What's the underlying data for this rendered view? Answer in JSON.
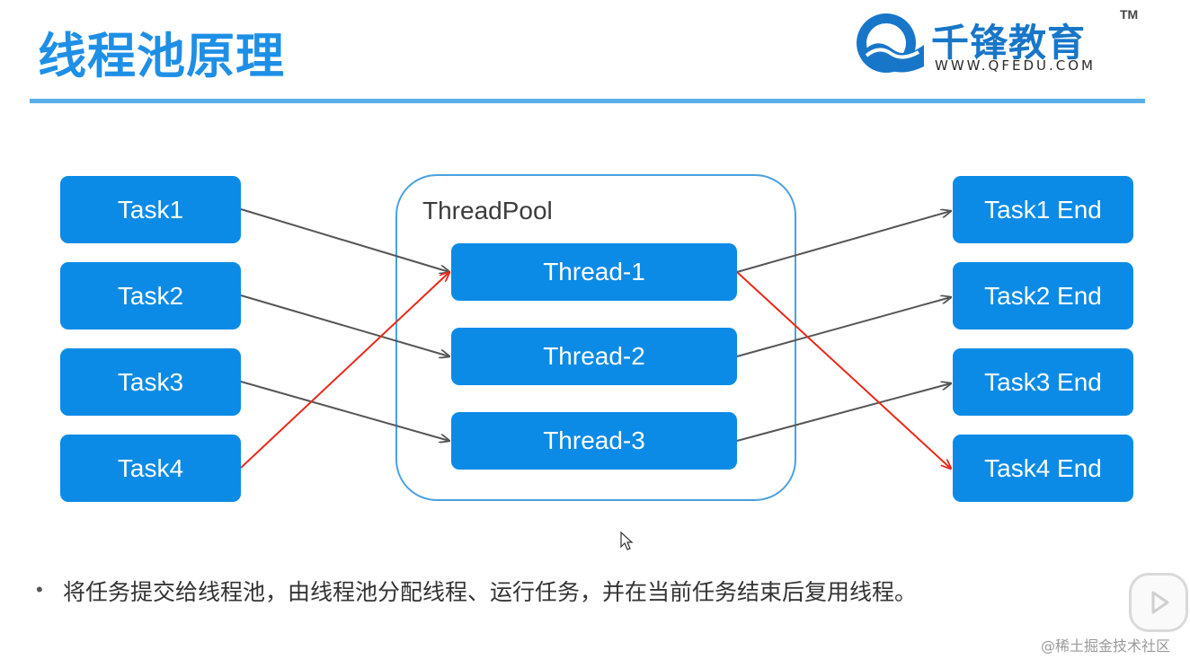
{
  "slide": {
    "title": "线程池原理",
    "bullet": "将任务提交给线程池，由线程池分配线程、运行任务，并在当前任务结束后复用线程。"
  },
  "logo": {
    "name": "千锋教育",
    "tm": "TM",
    "url": "WWW.QFEDU.COM"
  },
  "diagram": {
    "pool_label": "ThreadPool",
    "tasks": [
      "Task1",
      "Task2",
      "Task3",
      "Task4"
    ],
    "threads": [
      "Thread-1",
      "Thread-2",
      "Thread-3"
    ],
    "ends": [
      "Task1 End",
      "Task2 End",
      "Task3 End",
      "Task4 End"
    ],
    "in_edges": [
      {
        "from": "Task1",
        "to": "Thread-1",
        "color": "gray"
      },
      {
        "from": "Task2",
        "to": "Thread-2",
        "color": "gray"
      },
      {
        "from": "Task3",
        "to": "Thread-3",
        "color": "gray"
      },
      {
        "from": "Task4",
        "to": "Thread-1",
        "color": "red"
      }
    ],
    "out_edges": [
      {
        "from": "Thread-1",
        "to": "Task1 End",
        "color": "gray"
      },
      {
        "from": "Thread-2",
        "to": "Task2 End",
        "color": "gray"
      },
      {
        "from": "Thread-3",
        "to": "Task3 End",
        "color": "gray"
      },
      {
        "from": "Thread-1",
        "to": "Task4 End",
        "color": "red"
      }
    ]
  },
  "watermark": "@稀土掘金技术社区",
  "colors": {
    "accent": "#1e8fe6",
    "box": "#0b8be6",
    "edge_gray": "#555555",
    "edge_red": "#e8291b"
  }
}
